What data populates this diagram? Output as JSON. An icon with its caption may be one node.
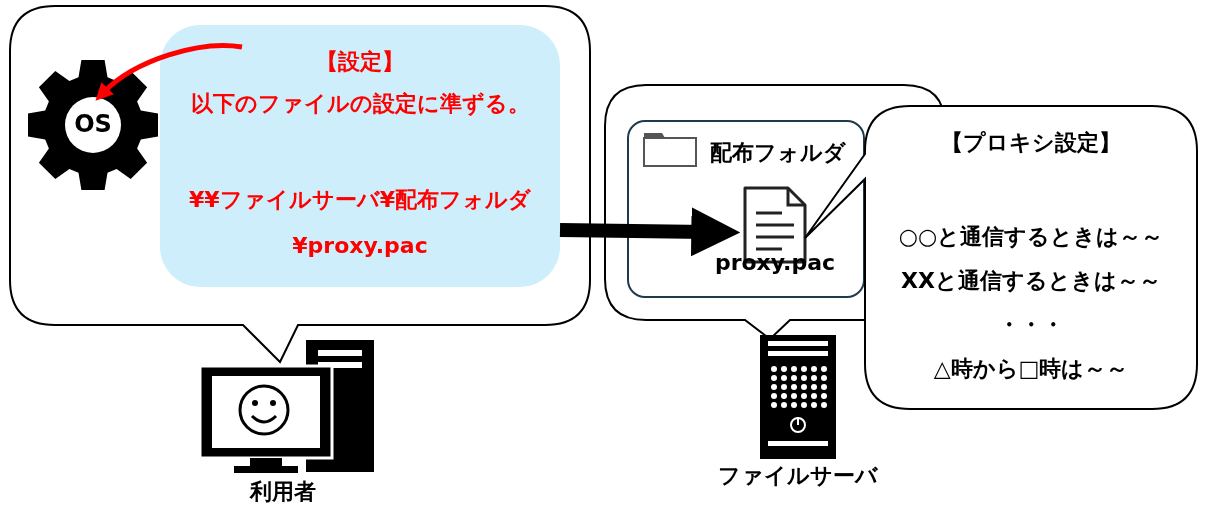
{
  "diagram": {
    "nodes": [
      {
        "text": [],
        "shape": "bubble"
      },
      {
        "text": [
          "OS"
        ],
        "in": 0
      },
      {
        "text": [
          "【設定】",
          "以下のファイルの設定に準ずる。",
          "¥¥ファイルサーバ¥配布フォルダ¥proxy.pac"
        ],
        "in": 0
      },
      {
        "text": [],
        "shape": "bubble"
      },
      {
        "text": [
          "配布フォルダ"
        ],
        "in": 3
      },
      {
        "text": [],
        "shape": "picture",
        "in": 4,
        "beside": [
          "proxy.pac"
        ]
      },
      {
        "text": [
          "【プロキシ設定】",
          "○○と通信するときは～～",
          "XXと通信するときは～～",
          "・・・",
          "△時から□時は～～"
        ]
      },
      {
        "text": [],
        "shape": "picture",
        "beside": [
          "利用者"
        ]
      },
      {
        "text": [],
        "shape": "picture",
        "beside": [
          "ファイルサーバ"
        ]
      }
    ],
    "edges": [
      {
        "from": 2,
        "to": 1,
        "arrow": "to",
        "color": "#ff0000"
      },
      {
        "from": 2,
        "to": 5,
        "arrow": "to",
        "style": "thick",
        "color": "#000000"
      }
    ]
  }
}
